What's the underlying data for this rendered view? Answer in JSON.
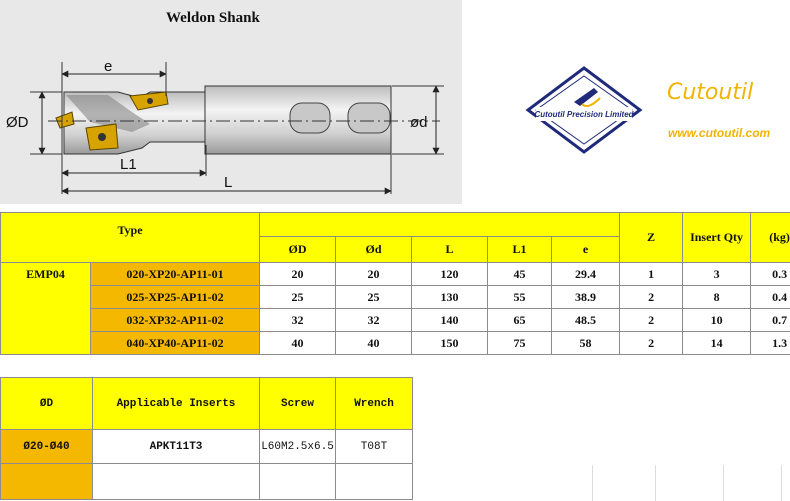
{
  "drawing": {
    "title": "Weldon Shank",
    "dims": {
      "e": "e",
      "D": "ØD",
      "d": "ød",
      "L1": "L1",
      "L": "L"
    }
  },
  "brand": {
    "logo_caption": "Cutoutil Precision Limited",
    "name": "Cutoutil",
    "url": "www.cutoutil.com",
    "accent_color": "#f2b400"
  },
  "spec_table": {
    "header_type": "Type",
    "headers": [
      "ØD",
      "Ød",
      "L",
      "L1",
      "e",
      "Z",
      "Insert Qty",
      "(kg)"
    ],
    "series": "EMP04",
    "rows": [
      {
        "code": "020-XP20-AP11-01",
        "D": "20",
        "d": "20",
        "L": "120",
        "L1": "45",
        "e": "29.4",
        "Z": "1",
        "qty": "3",
        "kg": "0.3"
      },
      {
        "code": "025-XP25-AP11-02",
        "D": "25",
        "d": "25",
        "L": "130",
        "L1": "55",
        "e": "38.9",
        "Z": "2",
        "qty": "8",
        "kg": "0.4"
      },
      {
        "code": "032-XP32-AP11-02",
        "D": "32",
        "d": "32",
        "L": "140",
        "L1": "65",
        "e": "48.5",
        "Z": "2",
        "qty": "10",
        "kg": "0.7"
      },
      {
        "code": "040-XP40-AP11-02",
        "D": "40",
        "d": "40",
        "L": "150",
        "L1": "75",
        "e": "58",
        "Z": "2",
        "qty": "14",
        "kg": "1.3"
      }
    ]
  },
  "insert_table": {
    "headers": [
      "ØD",
      "Applicable Inserts",
      "Screw",
      "Wrench"
    ],
    "row": {
      "range": "Ø20-Ø40",
      "insert": "APKT11T3",
      "screw": "L60M2.5x6.5",
      "wrench": "T08T"
    }
  },
  "colors": {
    "header_yellow": "#ffff00",
    "code_orange": "#f5b800"
  }
}
